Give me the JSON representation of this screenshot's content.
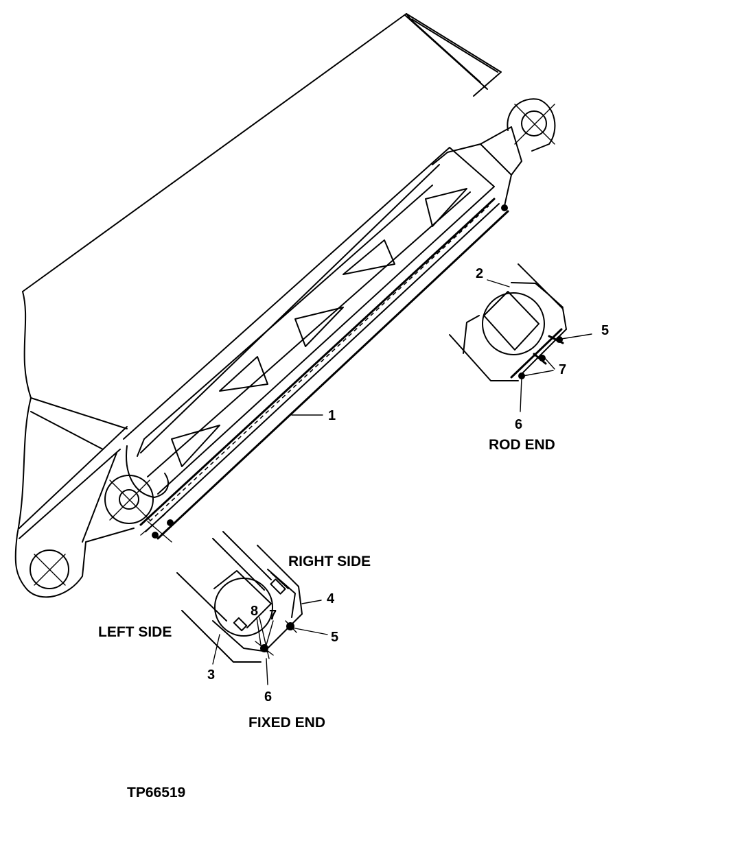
{
  "figure_id": "TP66519",
  "views": {
    "rod_end": {
      "title": "ROD END",
      "callouts": [
        "2",
        "5",
        "7",
        "6"
      ]
    },
    "fixed_end": {
      "title": "FIXED END",
      "right_side": "RIGHT SIDE",
      "left_side": "LEFT SIDE",
      "callouts": [
        "4",
        "5",
        "3",
        "8",
        "7",
        "6"
      ]
    }
  },
  "main_callout": "1"
}
